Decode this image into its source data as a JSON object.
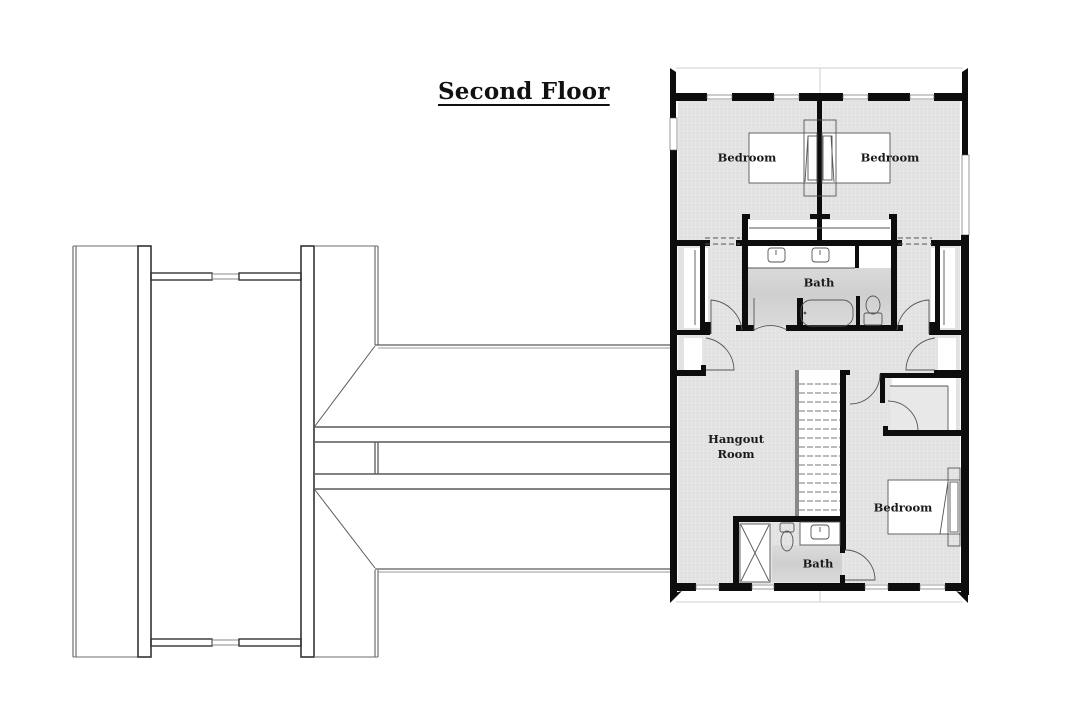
{
  "title": "Second Floor",
  "colors": {
    "wall": "#0d0d0d",
    "floor": "#e4e4e4",
    "bath_floor": "#d6d6d6",
    "roof_line": "#7a7a7a",
    "background": "#ffffff"
  },
  "rooms": [
    {
      "id": "bedroom-nw",
      "label": "Bedroom"
    },
    {
      "id": "bedroom-ne",
      "label": "Bedroom"
    },
    {
      "id": "bath-main",
      "label": "Bath"
    },
    {
      "id": "hangout-room",
      "label": "Hangout\nRoom"
    },
    {
      "id": "bedroom-se",
      "label": "Bedroom"
    },
    {
      "id": "bath-small",
      "label": "Bath"
    }
  ]
}
